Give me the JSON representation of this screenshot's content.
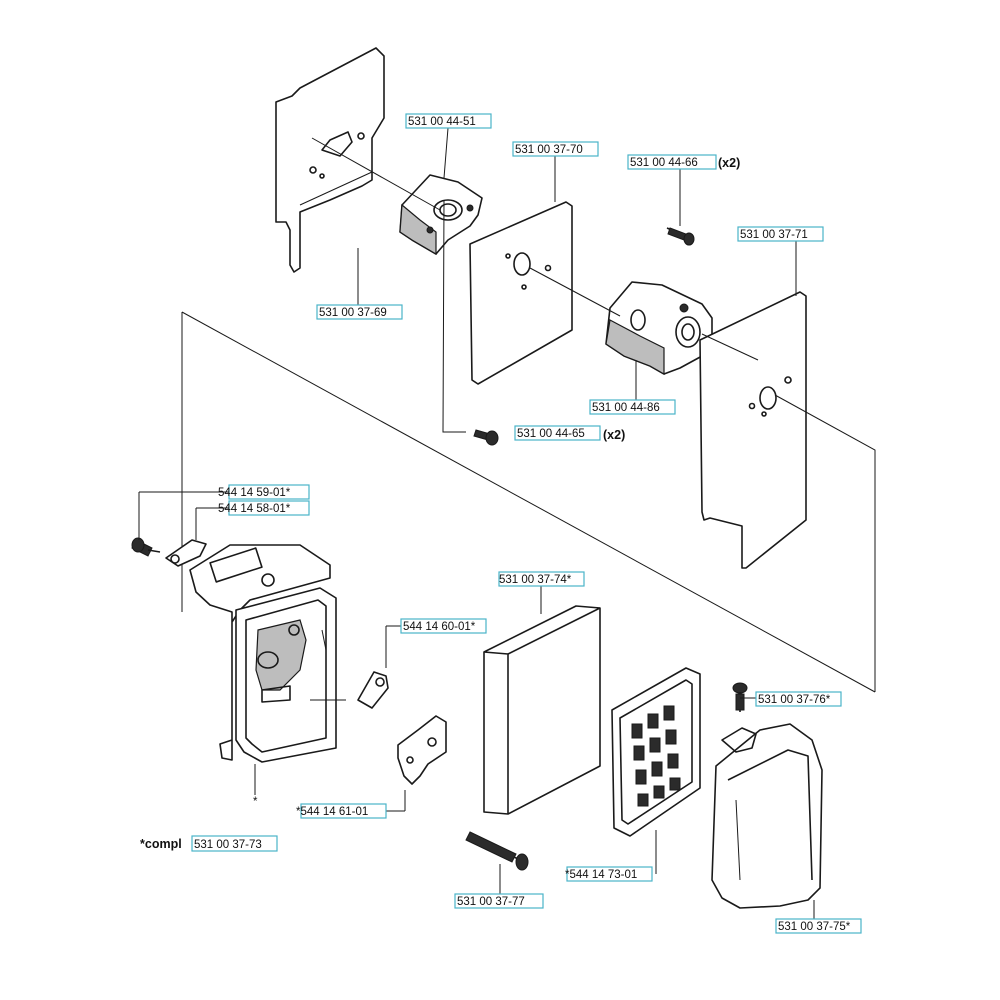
{
  "labels": {
    "p3710069": "531 00 37-69",
    "p3100445": "531 00 44-51",
    "p3710070": "531 00 37-70",
    "p4466": "531 00 44-66",
    "p4466_qty": "(x2)",
    "p3771": "531 00 37-71",
    "p4486": "531 00 44-86",
    "p4465": "531 00 44-65",
    "p4465_qty": "(x2)",
    "p145901": "544 14 59-01*",
    "p145801": "544 14 58-01*",
    "p3774": "531 00 37-74*",
    "p146001": "544 14 60-01*",
    "p3776": "531 00 37-76*",
    "p146101": "*544 14 61-01",
    "compl_prefix": "*compl",
    "p3773": "531 00 37-73",
    "p3777": "531 00 37-77",
    "p147301": "*544 14 73-01",
    "p3775": "531 00 37-75*",
    "asterisk": "*"
  },
  "colors": {
    "label_box": "#4ab3c9",
    "line": "#1a1a1a"
  }
}
